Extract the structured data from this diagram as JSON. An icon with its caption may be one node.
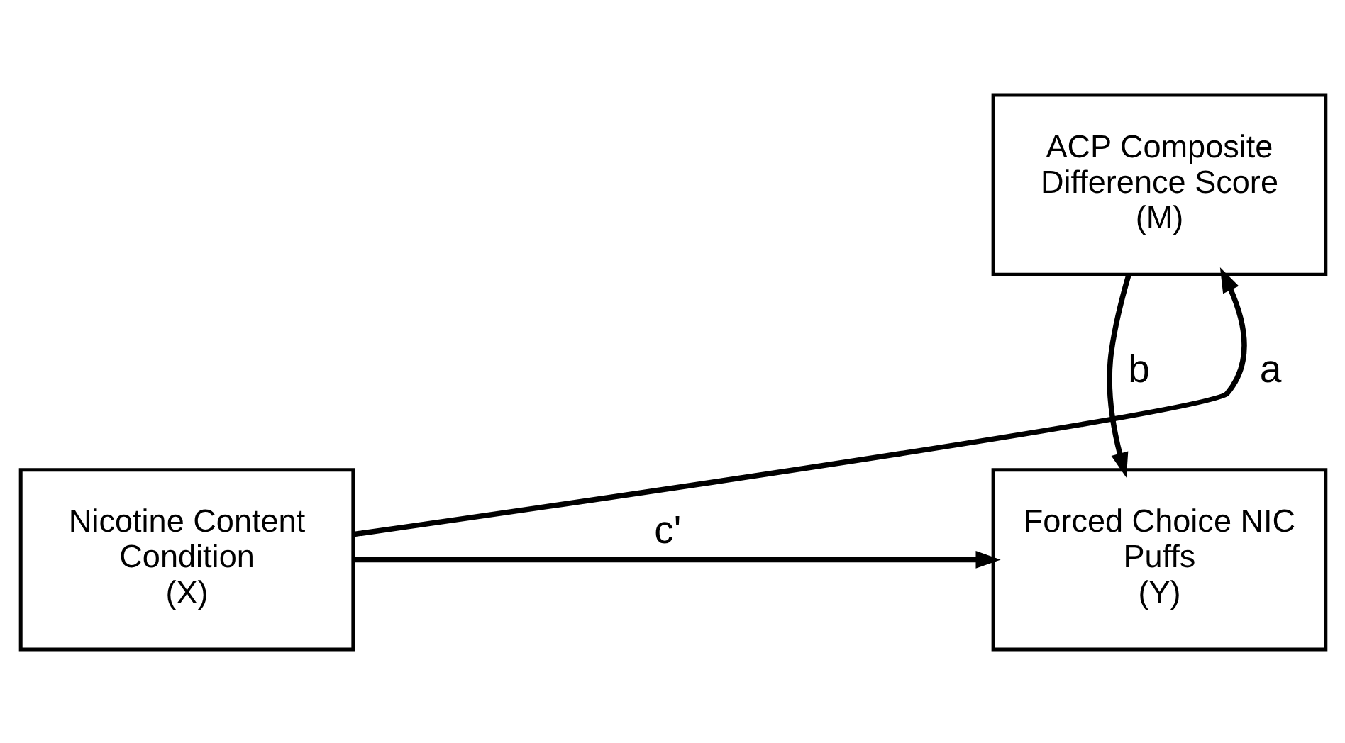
{
  "diagram": {
    "nodes": [
      {
        "text": [
          "ACP Composite Difference Score",
          "(M)"
        ]
      },
      {
        "text": [
          "Nicotine Content Condition",
          "(X)"
        ]
      },
      {
        "text": [
          "Forced Choice NIC Puffs",
          "(Y)"
        ]
      }
    ],
    "edges": [
      {
        "from": 1,
        "to": 0,
        "arrow": "to",
        "label": "a"
      },
      {
        "from": 0,
        "to": 2,
        "arrow": "to",
        "label": "b"
      },
      {
        "from": 1,
        "to": 2,
        "arrow": "to",
        "label": "c'"
      }
    ]
  }
}
